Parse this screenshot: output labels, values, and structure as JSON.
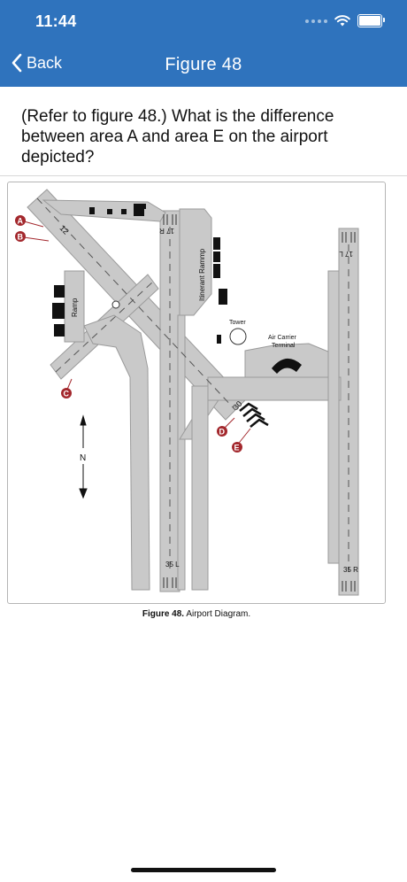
{
  "status": {
    "time": "11:44"
  },
  "nav": {
    "back_label": "Back",
    "title": "Figure 48"
  },
  "question": {
    "text": "(Refer to figure 48.) What is the difference between area A and area E on the airport depicted?"
  },
  "figure": {
    "caption_bold": "Figure 48.",
    "caption_text": "Airport Diagram.",
    "labels": {
      "runway_12": "12",
      "runway_17r": "17\nR",
      "runway_17l": "17\nL",
      "runway_35l": "35\nL",
      "runway_35r": "35\nR",
      "runway_30": "30",
      "ramp": "Ramp",
      "itinerant_ramp": "Itinerant Rammp",
      "tower": "Tower",
      "air_carrier_terminal_line1": "Air Carrier",
      "air_carrier_terminal_line2": "Terminal",
      "north": "N"
    },
    "markers": [
      "A",
      "B",
      "C",
      "D",
      "E"
    ],
    "colors": {
      "pavement": "#c9c9c9",
      "edge": "#9a9a9a",
      "marker": "#a3282d",
      "building": "#111111"
    }
  }
}
